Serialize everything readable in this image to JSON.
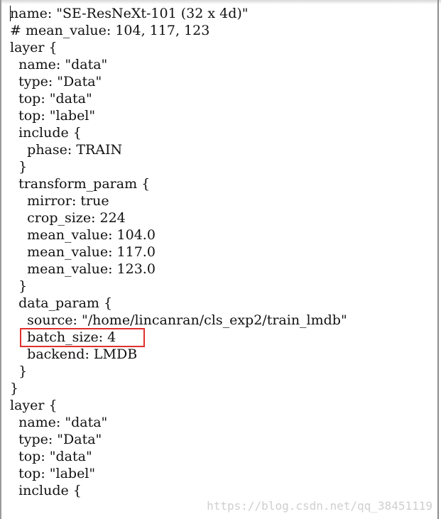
{
  "editor": {
    "lines": [
      "name: \"SE-ResNeXt-101 (32 x 4d)\"",
      "# mean_value: 104, 117, 123",
      "layer {",
      "  name: \"data\"",
      "  type: \"Data\"",
      "  top: \"data\"",
      "  top: \"label\"",
      "  include {",
      "    phase: TRAIN",
      "  }",
      "  transform_param {",
      "    mirror: true",
      "    crop_size: 224",
      "    mean_value: 104.0",
      "    mean_value: 117.0",
      "    mean_value: 123.0",
      "  }",
      "  data_param {",
      "    source: \"/home/lincanran/cls_exp2/train_lmdb\"",
      "    batch_size: 4",
      "    backend: LMDB",
      "  }",
      "}",
      "layer {",
      "  name: \"data\"",
      "  type: \"Data\"",
      "  top: \"data\"",
      "  top: \"label\"",
      "  include {"
    ]
  },
  "watermark": "https://blog.csdn.net/qq_38451119",
  "colors": {
    "highlight": "#e0302c",
    "text": "#111111",
    "watermark": "#cfcfcf"
  }
}
